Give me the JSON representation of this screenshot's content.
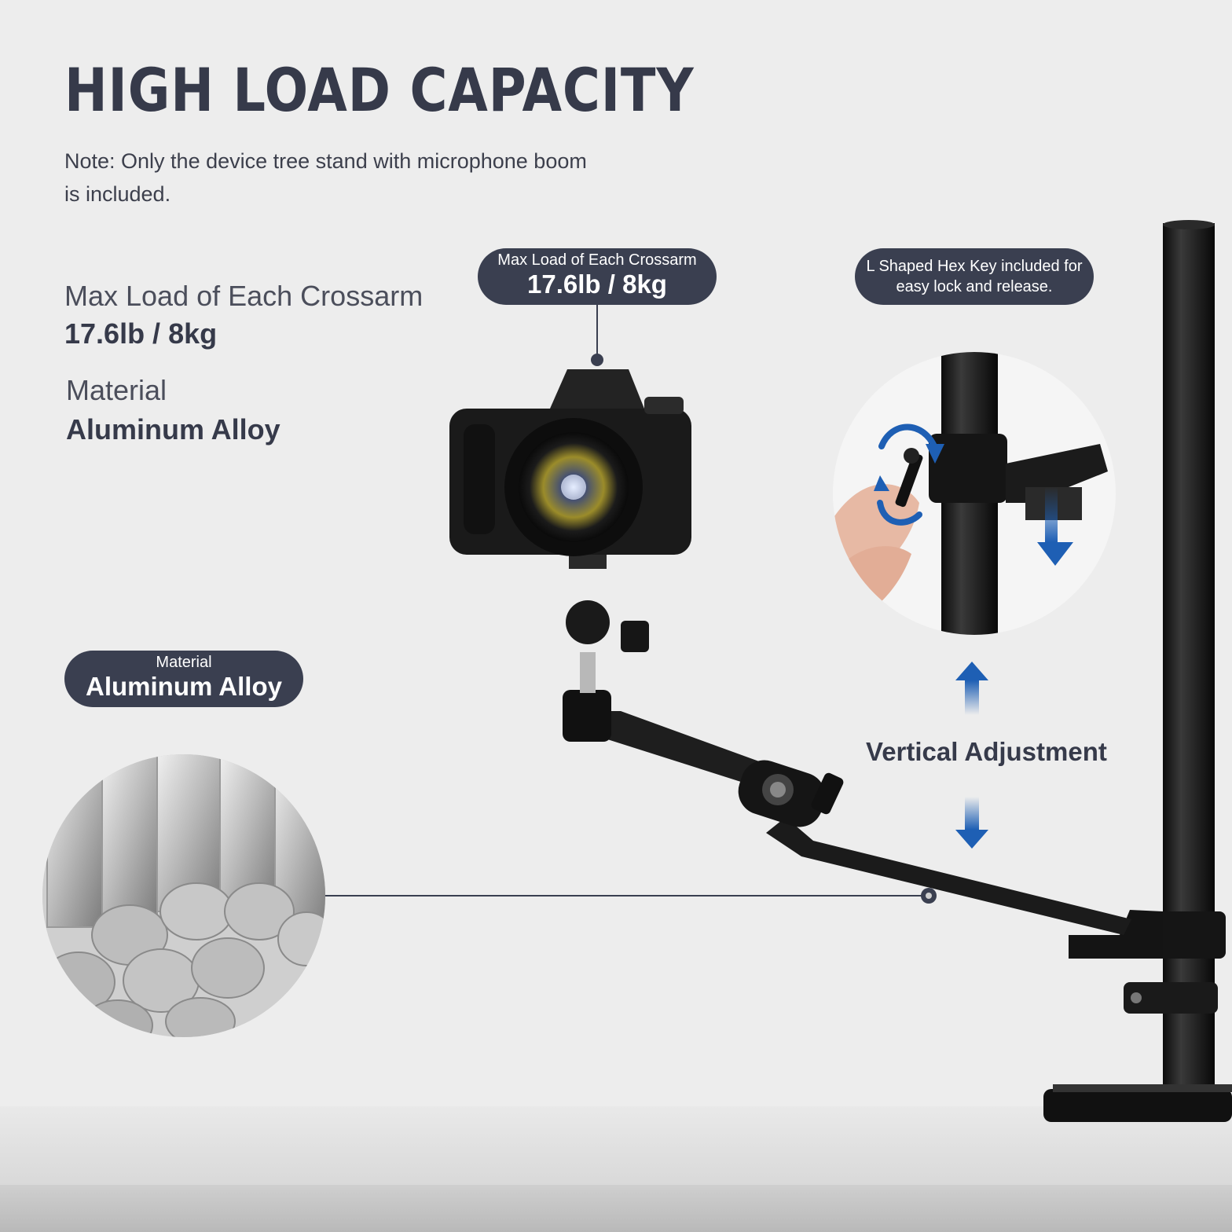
{
  "heading": {
    "title": "HIGH LOAD CAPACITY"
  },
  "note": "Note: Only the device tree stand with microphone boom is included.",
  "specs": [
    {
      "label": "Max Load of Each Crossarm",
      "value": "17.6lb / 8kg"
    },
    {
      "label": "Material",
      "value": "Aluminum Alloy"
    }
  ],
  "callouts": {
    "load": {
      "label": "Max Load of Each Crossarm",
      "value": "17.6lb / 8kg"
    },
    "hex_key": {
      "text": "L Shaped Hex Key included for easy lock and release."
    },
    "material": {
      "label": "Material",
      "value": "Aluminum Alloy"
    }
  },
  "vertical_adjustment": "Vertical Adjustment",
  "colors": {
    "pill_bg": "#3a3f50",
    "text_dark": "#363a4a",
    "arrow_blue": "#1e5fb4",
    "background": "#ededed"
  },
  "icons": [
    "camera-icon",
    "rotate-arrow-icon",
    "arrow-up-icon",
    "arrow-down-icon"
  ]
}
